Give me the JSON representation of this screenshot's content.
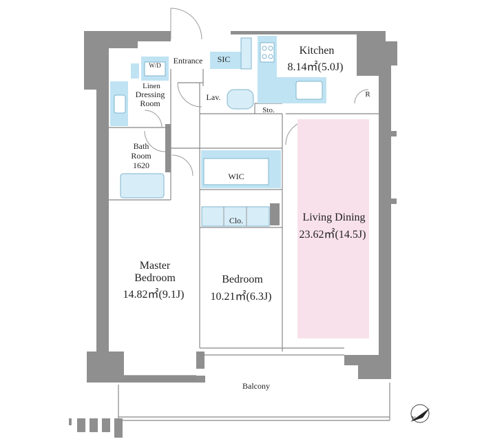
{
  "rooms": {
    "kitchen": {
      "name": "Kitchen",
      "area": "8.14㎡(5.0J)"
    },
    "entrance": {
      "name": "Entrance"
    },
    "sic": {
      "name": "SIC"
    },
    "wd": {
      "name": "W/D"
    },
    "linen": {
      "line1": "Linen",
      "line2": "Dressing",
      "line3": "Room"
    },
    "lav": {
      "name": "Lav."
    },
    "sto": {
      "name": "Sto."
    },
    "r": {
      "name": "R"
    },
    "bath": {
      "line1": "Bath",
      "line2": "Room",
      "line3": "1620"
    },
    "wic": {
      "name": "WIC"
    },
    "clo": {
      "name": "Clo."
    },
    "living": {
      "name": "Living Dining",
      "area": "23.62㎡(14.5J)"
    },
    "master": {
      "line1": "Master",
      "line2": "Bedroom",
      "area": "14.82㎡(9.1J)"
    },
    "bedroom": {
      "name": "Bedroom",
      "area": "10.21㎡(6.3J)"
    },
    "balcony": {
      "name": "Balcony"
    }
  },
  "colors": {
    "wall": "#8f8f8f",
    "living_highlight": "#f8e1ea",
    "fixture_blue": "#bfe3f3"
  },
  "compass_icon": "north-arrow-icon"
}
